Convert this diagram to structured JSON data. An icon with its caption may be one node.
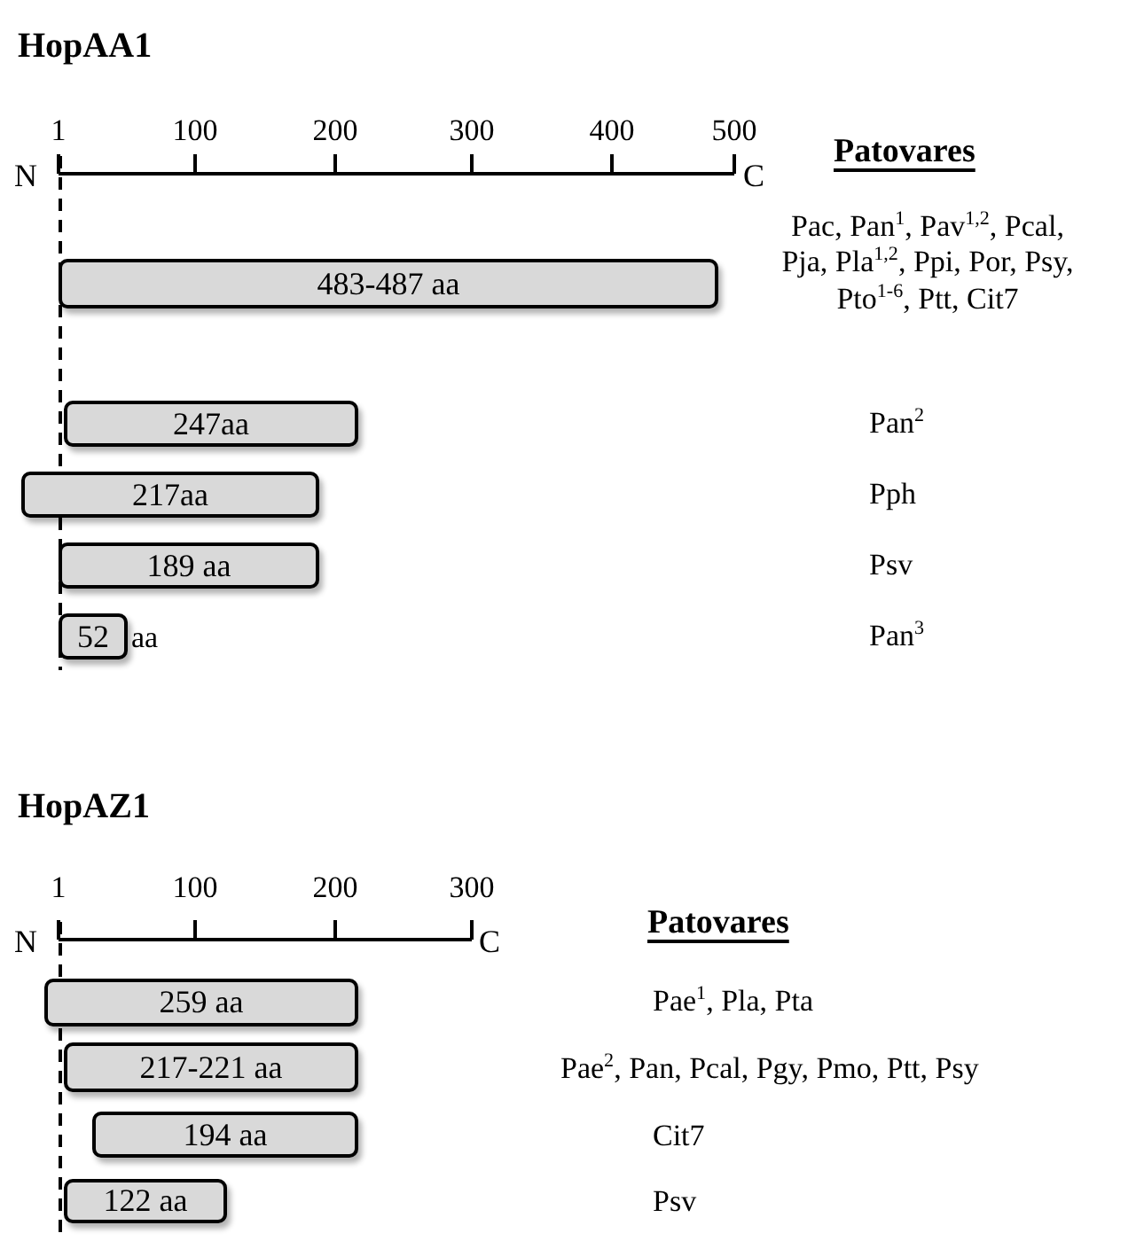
{
  "diagram": {
    "nodes": [
      {
        "text": [
          "483-487 aa"
        ]
      },
      {
        "text": [
          "247aa"
        ]
      },
      {
        "text": [
          "217aa"
        ]
      },
      {
        "text": [
          "189 aa"
        ]
      },
      {
        "text": [
          "52"
        ],
        "beside": [
          "aa"
        ]
      },
      {
        "text": [
          "259 aa"
        ]
      },
      {
        "text": [
          "217-221 aa"
        ]
      },
      {
        "text": [
          "194 aa"
        ]
      },
      {
        "text": [
          "122 aa"
        ]
      }
    ],
    "labels": [
      "HopAA1",
      "1",
      "100",
      "200",
      "300",
      "400",
      "500",
      "N",
      "C",
      "Patovares",
      "Pac, Pan$^{1}$, Pav$^{1,2}$, Pcal, Pja, Pla$^{1,2}$, Ppi, Por, Psy, Pto$^{1-6}$, Ptt, Cit7",
      "Pan$^{2}$",
      "Pph",
      "Psv",
      "Pan$^{3}$",
      "HopAZ1",
      "1",
      "100",
      "200",
      "300",
      "N",
      "C",
      "Patovares",
      "Pae$^{1}$, Pla, Pta",
      "Pae$^{2}$, Pan, Pcal, Pgy, Pmo, Ptt, Psy",
      "Cit7",
      "Psv"
    ]
  }
}
